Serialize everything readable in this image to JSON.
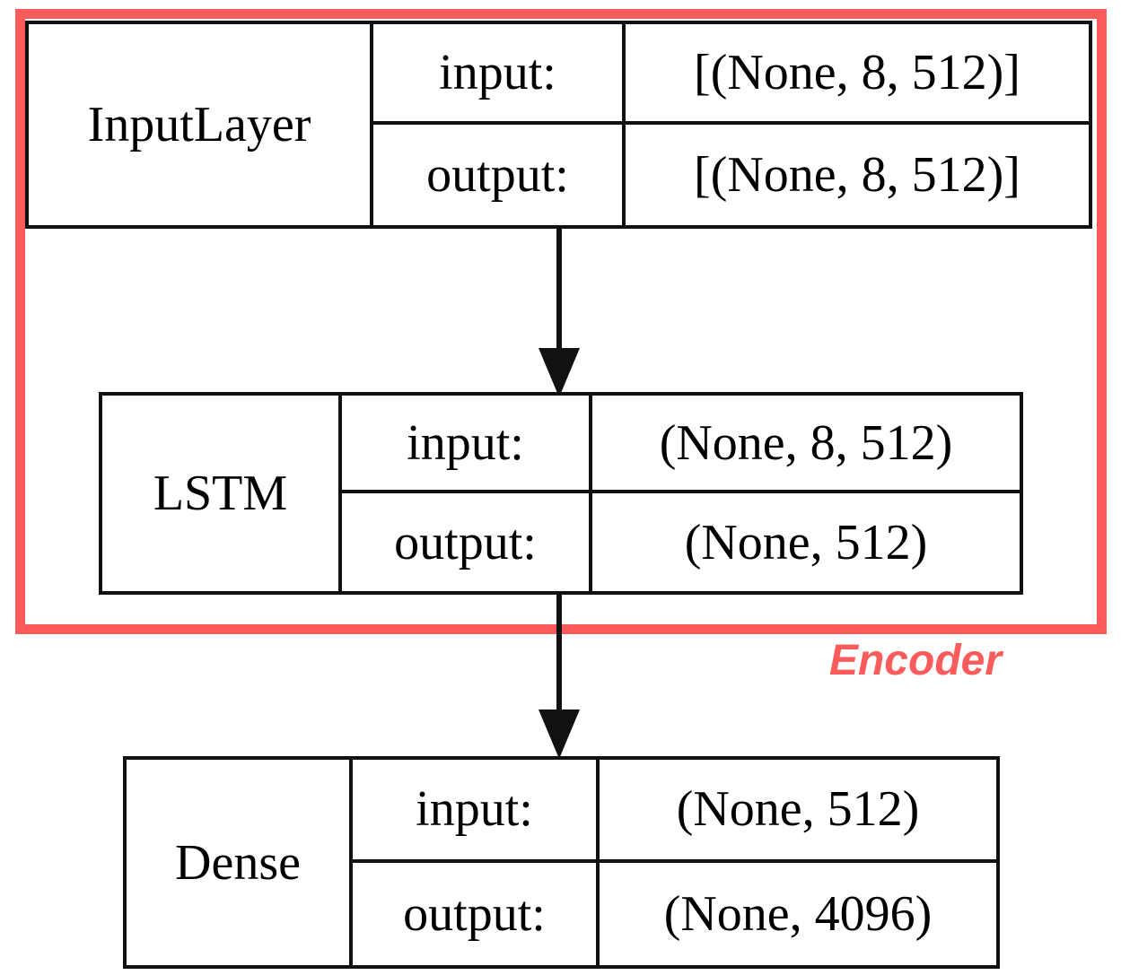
{
  "diagram": {
    "type": "neural-network-layer-graph",
    "background_color": "#ffffff",
    "node_border_color": "#111111",
    "accent_red": "#fb5b5b",
    "encoder_label": "Encoder",
    "encoder_group_members": [
      "InputLayer",
      "LSTM"
    ],
    "nodes": [
      {
        "layer": "InputLayer",
        "rows": [
          {
            "label": "input:",
            "value": "[(None, 8, 512)]"
          },
          {
            "label": "output:",
            "value": "[(None, 8, 512)]"
          }
        ]
      },
      {
        "layer": "LSTM",
        "rows": [
          {
            "label": "input:",
            "value": "(None, 8, 512)"
          },
          {
            "label": "output:",
            "value": "(None, 512)"
          }
        ]
      },
      {
        "layer": "Dense",
        "rows": [
          {
            "label": "input:",
            "value": "(None, 512)"
          },
          {
            "label": "output:",
            "value": "(None, 4096)"
          }
        ]
      }
    ],
    "edges": [
      {
        "from": "InputLayer",
        "to": "LSTM"
      },
      {
        "from": "LSTM",
        "to": "Dense"
      }
    ]
  }
}
